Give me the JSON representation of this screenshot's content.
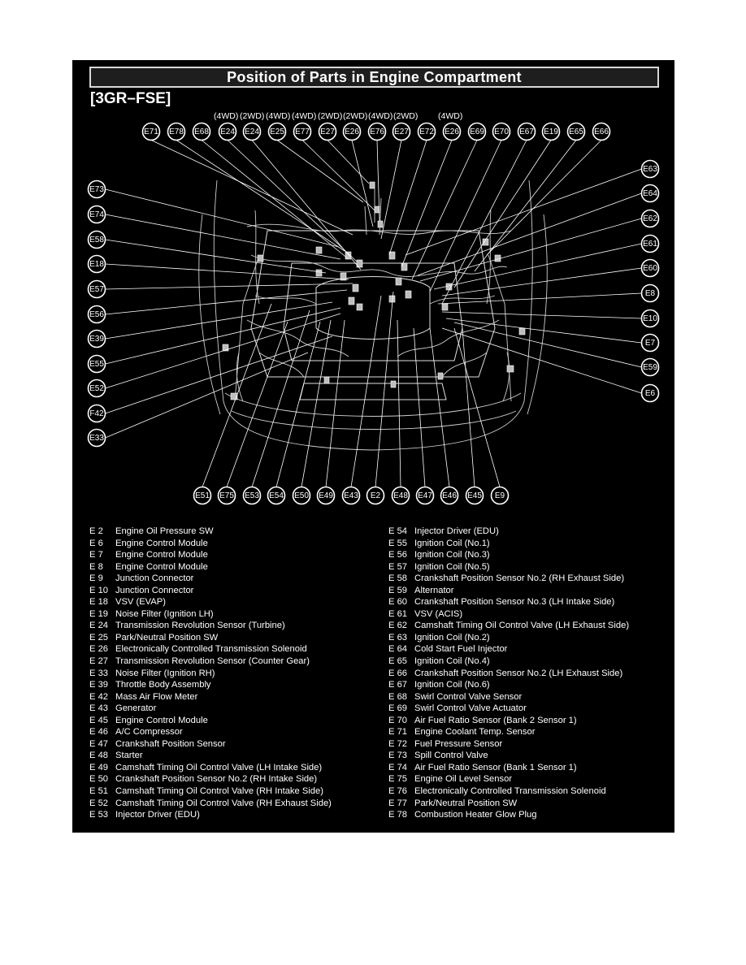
{
  "title": "Position of Parts in Engine Compartment",
  "engine": "[3GR–FSE]",
  "drive_labels": [
    "(4WD)",
    "(2WD)",
    "(4WD)",
    "(4WD)",
    "(2WD)",
    "(2WD)",
    "(4WD)",
    "(2WD)",
    "(4WD)"
  ],
  "callouts": {
    "top": [
      "E71",
      "E78",
      "E68",
      "E24",
      "E24",
      "E25",
      "E77",
      "E27",
      "E26",
      "E76",
      "E27",
      "E72",
      "E26",
      "E69",
      "E70",
      "E67",
      "E19",
      "E65",
      "E66"
    ],
    "left": [
      "E73",
      "E74",
      "E58",
      "E18",
      "E57",
      "E56",
      "E39",
      "E55",
      "E52",
      "F42",
      "E33"
    ],
    "right": [
      "E63",
      "E64",
      "E62",
      "E61",
      "E60",
      "E8",
      "E10",
      "E7",
      "E59",
      "E6"
    ],
    "bottom": [
      "E51",
      "E75",
      "E53",
      "E54",
      "E50",
      "E49",
      "E43",
      "E2",
      "E48",
      "E47",
      "E46",
      "E45",
      "E9"
    ]
  },
  "legend": {
    "left": [
      {
        "code": "E  2",
        "label": "Engine Oil Pressure SW"
      },
      {
        "code": "E  6",
        "label": "Engine Control Module"
      },
      {
        "code": "E  7",
        "label": "Engine Control Module"
      },
      {
        "code": "E  8",
        "label": "Engine Control Module"
      },
      {
        "code": "E  9",
        "label": "Junction Connector"
      },
      {
        "code": "E 10",
        "label": "Junction Connector"
      },
      {
        "code": "E 18",
        "label": "VSV (EVAP)"
      },
      {
        "code": "E 19",
        "label": "Noise Filter (Ignition LH)"
      },
      {
        "code": "E 24",
        "label": "Transmission Revolution Sensor (Turbine)"
      },
      {
        "code": "E 25",
        "label": "Park/Neutral Position SW"
      },
      {
        "code": "E 26",
        "label": "Electronically Controlled Transmission Solenoid"
      },
      {
        "code": "E 27",
        "label": "Transmission Revolution Sensor (Counter Gear)"
      },
      {
        "code": "E 33",
        "label": "Noise Filter (Ignition RH)"
      },
      {
        "code": "E 39",
        "label": "Throttle Body Assembly"
      },
      {
        "code": "E 42",
        "label": "Mass Air Flow Meter"
      },
      {
        "code": "E 43",
        "label": "Generator"
      },
      {
        "code": "E 45",
        "label": "Engine Control Module"
      },
      {
        "code": "E 46",
        "label": "A/C Compressor"
      },
      {
        "code": "E 47",
        "label": "Crankshaft Position Sensor"
      },
      {
        "code": "E 48",
        "label": "Starter"
      },
      {
        "code": "E 49",
        "label": "Camshaft Timing Oil Control Valve (LH Intake Side)"
      },
      {
        "code": "E 50",
        "label": "Crankshaft Position Sensor No.2 (RH Intake Side)"
      },
      {
        "code": "E 51",
        "label": "Camshaft Timing Oil Control Valve (RH Intake Side)"
      },
      {
        "code": "E 52",
        "label": "Camshaft Timing Oil Control Valve (RH Exhaust Side)"
      },
      {
        "code": "E 53",
        "label": "Injector Driver (EDU)"
      }
    ],
    "right": [
      {
        "code": "E 54",
        "label": "Injector Driver (EDU)"
      },
      {
        "code": "E 55",
        "label": "Ignition Coil (No.1)"
      },
      {
        "code": "E 56",
        "label": "Ignition Coil (No.3)"
      },
      {
        "code": "E 57",
        "label": "Ignition Coil (No.5)"
      },
      {
        "code": "E 58",
        "label": "Crankshaft Position Sensor No.2 (RH Exhaust Side)"
      },
      {
        "code": "E 59",
        "label": "Alternator"
      },
      {
        "code": "E 60",
        "label": "Crankshaft Position Sensor No.3 (LH Intake Side)"
      },
      {
        "code": "E 61",
        "label": "VSV (ACIS)"
      },
      {
        "code": "E 62",
        "label": "Camshaft Timing Oil Control Valve (LH Exhaust Side)"
      },
      {
        "code": "E 63",
        "label": "Ignition Coil (No.2)"
      },
      {
        "code": "E 64",
        "label": "Cold Start Fuel Injector"
      },
      {
        "code": "E 65",
        "label": "Ignition Coil (No.4)"
      },
      {
        "code": "E 66",
        "label": "Crankshaft Position Sensor No.2 (LH Exhaust Side)"
      },
      {
        "code": "E 67",
        "label": "Ignition Coil (No.6)"
      },
      {
        "code": "E 68",
        "label": "Swirl Control Valve Sensor"
      },
      {
        "code": "E 69",
        "label": "Swirl Control Valve Actuator"
      },
      {
        "code": "E 70",
        "label": "Air Fuel Ratio Sensor (Bank 2 Sensor 1)"
      },
      {
        "code": "E 71",
        "label": "Engine Coolant Temp. Sensor"
      },
      {
        "code": "E 72",
        "label": "Fuel Pressure Sensor"
      },
      {
        "code": "E 73",
        "label": "Spill Control Valve"
      },
      {
        "code": "E 74",
        "label": "Air Fuel Ratio Sensor (Bank 1 Sensor 1)"
      },
      {
        "code": "E 75",
        "label": "Engine Oil Level Sensor"
      },
      {
        "code": "E 76",
        "label": "Electronically Controlled Transmission Solenoid"
      },
      {
        "code": "E 77",
        "label": "Park/Neutral Position SW"
      },
      {
        "code": "E 78",
        "label": "Combustion Heater Glow Plug"
      }
    ]
  },
  "colors": {
    "background": "#000000",
    "ink": "#ffffff",
    "page": "#ffffff"
  }
}
